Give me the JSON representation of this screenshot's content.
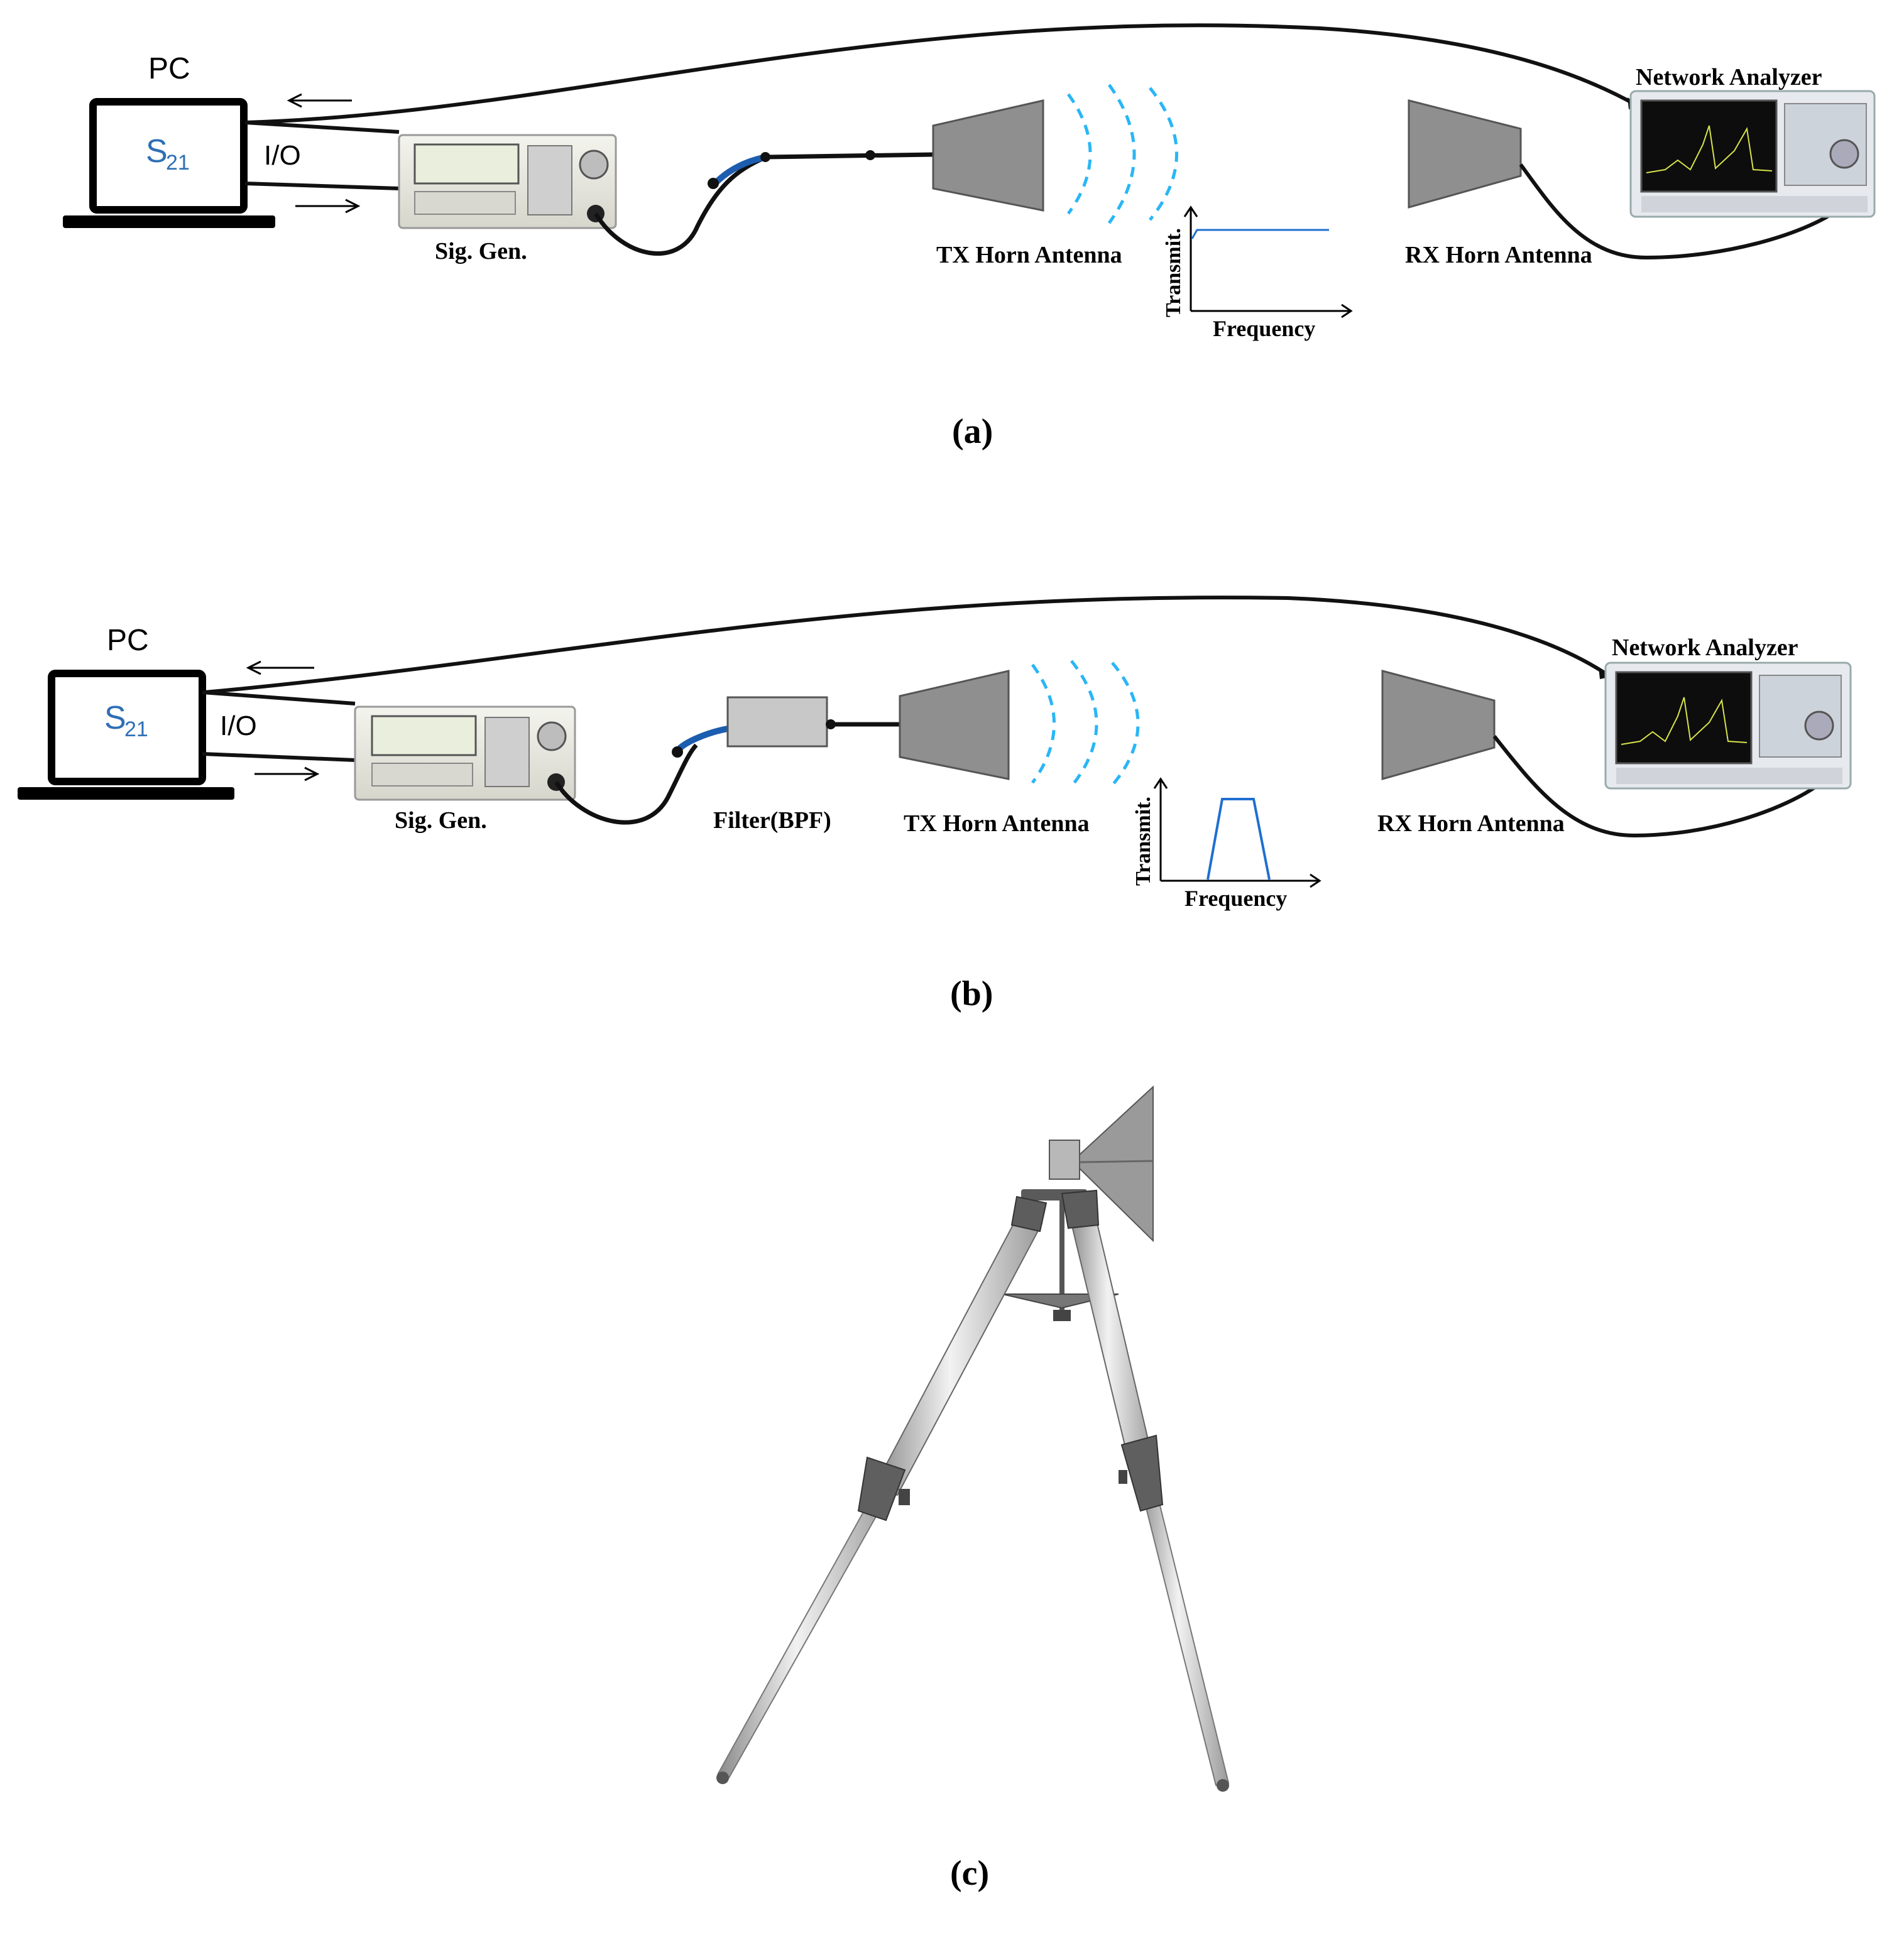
{
  "panel_a": {
    "pc_label": "PC",
    "screen_text": "S",
    "screen_sub": "21",
    "io_label": "I/O",
    "siggen_label": "Sig. Gen.",
    "tx_label": "TX Horn Antenna",
    "rx_label": "RX Horn Antenna",
    "na_label": "Network Analyzer",
    "y_axis": "Transmit.",
    "x_axis": "Frequency",
    "caption": "(a)"
  },
  "panel_b": {
    "pc_label": "PC",
    "screen_text": "S",
    "screen_sub": "21",
    "io_label": "I/O",
    "siggen_label": "Sig. Gen.",
    "filter_label": "Filter(BPF)",
    "tx_label": "TX Horn Antenna",
    "rx_label": "RX Horn Antenna",
    "na_label": "Network Analyzer",
    "y_axis": "Transmit.",
    "x_axis": "Frequency",
    "caption": "(b)"
  },
  "panel_c": {
    "caption": "(c)"
  },
  "colors": {
    "wave": "#29b6f6",
    "curve": "#1f6fd1",
    "horn": "#909090",
    "cable": "#111111",
    "s21": "#2f6fb5"
  }
}
